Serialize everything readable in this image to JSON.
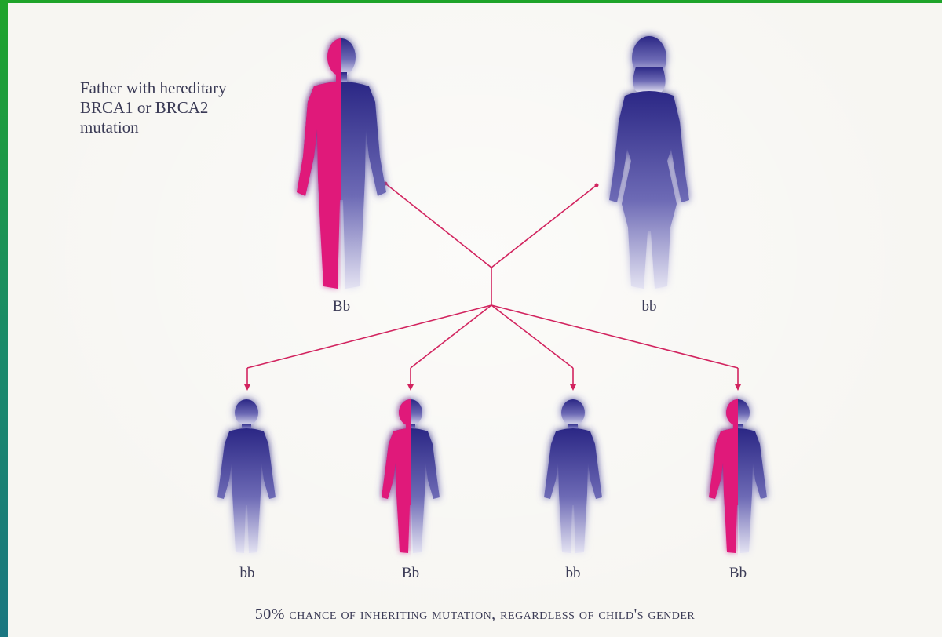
{
  "father": {
    "caption_lines": [
      "Father with hereditary",
      "BRCA1 or BRCA2",
      "mutation"
    ],
    "genotype": "Bb",
    "has_mutation": true
  },
  "mother": {
    "genotype": "bb",
    "has_mutation": false
  },
  "children": [
    {
      "genotype": "bb",
      "has_mutation": false
    },
    {
      "genotype": "Bb",
      "has_mutation": true
    },
    {
      "genotype": "bb",
      "has_mutation": false
    },
    {
      "genotype": "Bb",
      "has_mutation": true
    }
  ],
  "footer": "50% chance of inheriting mutation, regardless of child's gender",
  "colors": {
    "frame": "#1fa42a",
    "background": "#f7f6f2",
    "mutation": "#e0197a",
    "normal": "#2e2a8c",
    "connector": "#d2245f",
    "text": "#3a3a55"
  }
}
